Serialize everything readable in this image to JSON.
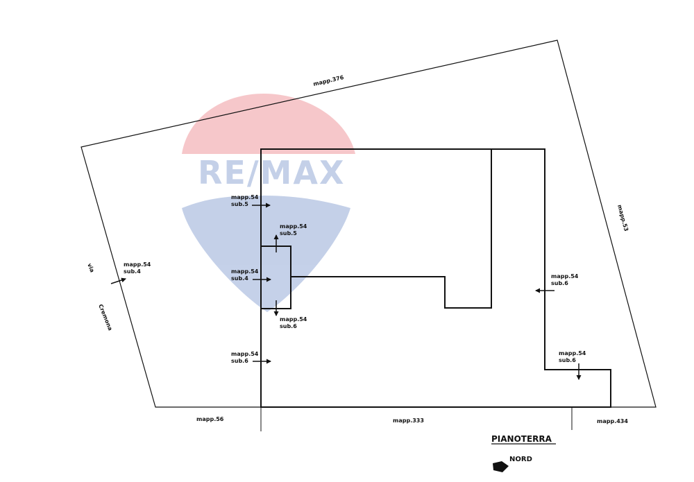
{
  "watermark": {
    "text": "RE/MAX",
    "red": "#e23a44",
    "blue": "#2f5bb0"
  },
  "labels": {
    "north_parcel": "mapp.376",
    "east_parcel": "mapp.53",
    "street_1": "via",
    "street_2": "Cremona",
    "south_west": "mapp.56",
    "south_mid": "mapp.333",
    "south_east": "mapp.434",
    "floor": "PIANOTERRA",
    "north": "NORD"
  },
  "units": {
    "u_street": {
      "mapp": "mapp.54",
      "sub": "sub.4"
    },
    "u_top_left": {
      "mapp": "mapp.54",
      "sub": "sub.5"
    },
    "u_up": {
      "mapp": "mapp.54",
      "sub": "sub.5"
    },
    "u_mid": {
      "mapp": "mapp.54",
      "sub": "sub.4"
    },
    "u_down": {
      "mapp": "mapp.54",
      "sub": "sub.6"
    },
    "u_bottom_left": {
      "mapp": "mapp.54",
      "sub": "sub.6"
    },
    "u_right": {
      "mapp": "mapp.54",
      "sub": "sub.6"
    },
    "u_bottom_right": {
      "mapp": "mapp.54",
      "sub": "sub.6"
    }
  }
}
